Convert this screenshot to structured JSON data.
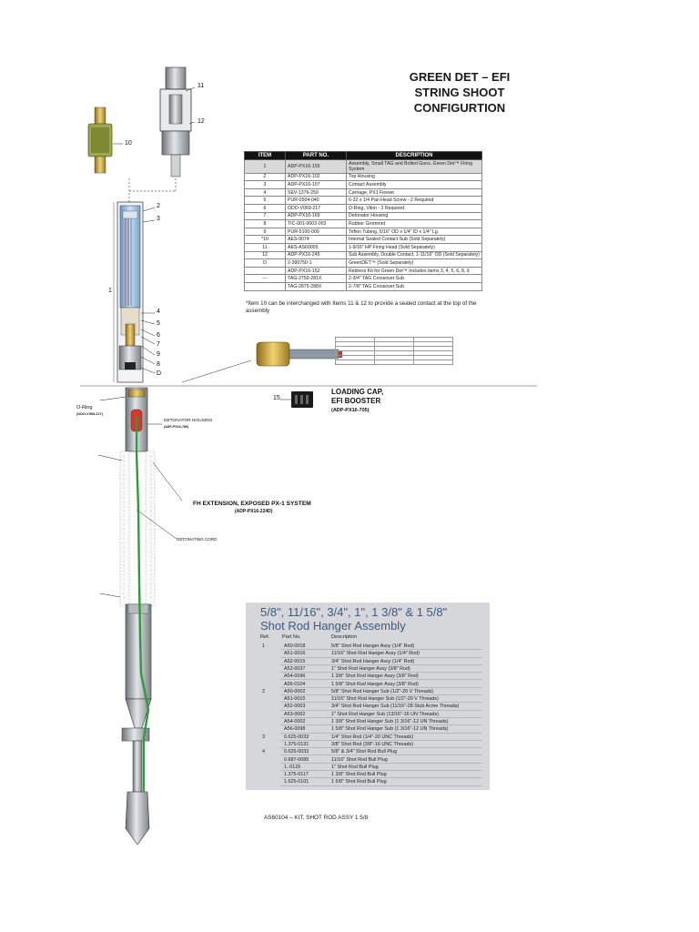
{
  "title": {
    "line1": "GREEN DET – EFI",
    "line2": "STRING SHOOT",
    "line3": "CONFIGURTION"
  },
  "parts_table": {
    "headers": [
      "ITEM",
      "PART NO.",
      "DESCRIPTION"
    ],
    "rows": [
      {
        "item": "1",
        "part": "ADP-PX16-155",
        "desc": "Assembly, Small TAG and Bolted Guns, Green Det™ Firing System",
        "shaded": true
      },
      {
        "item": "2",
        "part": "ADP-PX16-102",
        "desc": "Top Housing",
        "shaded": false
      },
      {
        "item": "3",
        "part": "ADP-PX16-107",
        "desc": "Contact Assembly",
        "shaded": false
      },
      {
        "item": "4",
        "part": "SEV-1376-250",
        "desc": "Carriage, PX1 Fireset",
        "shaded": false
      },
      {
        "item": "5",
        "part": "PUR-0504-040",
        "desc": "6-32 x 1/4 Pan Head Screw - 2 Required",
        "shaded": false
      },
      {
        "item": "6",
        "part": "ODO-V069-217",
        "desc": "O-Ring, Viton - 2 Required",
        "shaded": false
      },
      {
        "item": "7",
        "part": "ADP-PX16-169",
        "desc": "Detonator Housing",
        "shaded": false
      },
      {
        "item": "8",
        "part": "TIC-001-0003-003",
        "desc": "Rubber Grommet",
        "shaded": false
      },
      {
        "item": "9",
        "part": "PUR-5100-009",
        "desc": "Teflon Tubing, 5/16\" OD x 1/4\" ID x 1/4\" Lg.",
        "shaded": false
      },
      {
        "item": "*10",
        "part": "AES-9074",
        "desc": "Internal Sealed Contact Sub (Sold Separately)",
        "shaded": false
      },
      {
        "item": "11",
        "part": "AES-AS60005",
        "desc": "1-9/16\" HP Firing Head (Sold Separately)",
        "shaded": false
      },
      {
        "item": "12",
        "part": "ADP-PX16-245",
        "desc": "Sub Assembly, Double Contact, 1-11/16\" OD (Sold Separately)",
        "shaded": false
      },
      {
        "item": "D",
        "part": "2-390750-1",
        "desc": "GreenDET™ (Sold Separately)",
        "shaded": false
      },
      {
        "item": "",
        "part": "ADP-PX16-152",
        "desc": "Redress Kit for Green Det™ Includes items 3, 4, 5, 6, 8, 9",
        "shaded": false
      },
      {
        "item": "---",
        "part": "TAG-2750-281X",
        "desc": "2-3/4\" TAG Crossover Sub",
        "shaded": false
      },
      {
        "item": "",
        "part": "TAG-2875-288X",
        "desc": "2-7/8\" TAG Crossover Sub",
        "shaded": false
      }
    ]
  },
  "note": "*Item 10 can be interchanged with Items 11 & 12 to provide a sealed contact at the top of the assembly",
  "callouts": {
    "c1": "1",
    "c2": "2",
    "c3": "3",
    "c4": "4",
    "c5": "5",
    "c6": "6",
    "c7": "7",
    "c8": "8",
    "c9": "9",
    "cD": "D",
    "c10": "10",
    "c11": "11",
    "c12": "12",
    "c15": "15"
  },
  "labels": {
    "loading_cap_1": "LOADING CAP,",
    "loading_cap_2": "EFI BOOSTER",
    "loading_cap_part": "(ADP-PX16-705)",
    "oring": "O-Ring",
    "oring_part": "(ODO-V069-217)",
    "det_housing": "DETONATOR HOUSING",
    "det_housing_part": "(ADP-PX16-780)",
    "fh_extension": "FH EXTENSION, EXPOSED PX-1 SYSTEM",
    "fh_extension_part": "(ADP-PX16-224D)",
    "det_cord": "DETONATING CORD"
  },
  "hanger": {
    "title_line1": "5/8\", 11/16\", 3/4\", 1\", 1 3/8\" & 1 5/8\"",
    "title_line2": "Shot Rod Hanger Assembly",
    "col_ref": "Ref.",
    "col_part": "Part No.",
    "col_desc": "Description",
    "rows": [
      {
        "ref": "1",
        "part": "A50-0018",
        "desc": "5/8\" Shot Rod Hanger Assy (1/4\" Rod)"
      },
      {
        "ref": "",
        "part": "A51-0016",
        "desc": "11/16\" Shot Rod Hanger Assy (1/4\" Rod)"
      },
      {
        "ref": "",
        "part": "A52-0015",
        "desc": "3/4\" Shot Rod Hanger Assy (1/4\" Rod)"
      },
      {
        "ref": "",
        "part": "A53-0037",
        "desc": "1\" Shot Rod Hanger Assy (3/8\" Rod)"
      },
      {
        "ref": "",
        "part": "A54-0096",
        "desc": "1 3/8\" Shot Rod Hanger Assy (3/8\" Rod)"
      },
      {
        "ref": "",
        "part": "A56-0104",
        "desc": "1 5/8\" Shot Rod Hanger Assy (3/8\" Rod)"
      },
      {
        "ref": "2",
        "part": "A50-0002",
        "desc": "5/8\" Shot Rod Hanger Sub (1/2\"-20 V Threads)"
      },
      {
        "ref": "",
        "part": "A51-0015",
        "desc": "11/16\" Shot Rod Hanger Sub (1/2\"-20 V Threads)"
      },
      {
        "ref": "",
        "part": "A52-0003",
        "desc": "3/4\" Shot Rod Hanger Sub (11/16\"-28 Stub Acme Threads)"
      },
      {
        "ref": "",
        "part": "A53-0002",
        "desc": "1\" Shot Rod Hanger Sub (13/16\"-16 UN Threads)"
      },
      {
        "ref": "",
        "part": "A54-0002",
        "desc": "1 3/8\" Shot Rod Hanger Sub (1 3/16\"-12 UN Threads)"
      },
      {
        "ref": "",
        "part": "A56-0098",
        "desc": "1 5/8\" Shot Rod Hanger Sub (1 3/16\"-12 UN Threads)"
      },
      {
        "ref": "3",
        "part": "0.625-0033",
        "desc": "1/4\" Shot Rod (1/4\"-20 UNC Threads)"
      },
      {
        "ref": "",
        "part": "1.375-0131",
        "desc": "3/8\" Shot Rod (3/8\"-16 UNC Threads)"
      },
      {
        "ref": "4",
        "part": "0.625-0033",
        "desc": "5/8\" & 3/4\" Shot Rod Bull Plug"
      },
      {
        "ref": "",
        "part": "0.687-0085",
        "desc": "11/16\" Shot Rod Bull Plug"
      },
      {
        "ref": "",
        "part": "1.-0125",
        "desc": "1\" Shot Rod Bull Plug"
      },
      {
        "ref": "",
        "part": "1.375-0117",
        "desc": "1 3/8\" Shot Rod Bull Plug"
      },
      {
        "ref": "",
        "part": "1.625-0101",
        "desc": "1 5/8\" Shot Rod Bull Plug"
      }
    ]
  },
  "caption": "AS60104 – KIT, SHOT ROD ASSY 1 5/8",
  "colors": {
    "cord": "#2e9c3a",
    "brass": "#c8a23a",
    "steel": "#9aa0a6",
    "blue_housing": "#8fb4d8",
    "panel": "#d5d7da",
    "title_blue": "#3c5a82"
  }
}
